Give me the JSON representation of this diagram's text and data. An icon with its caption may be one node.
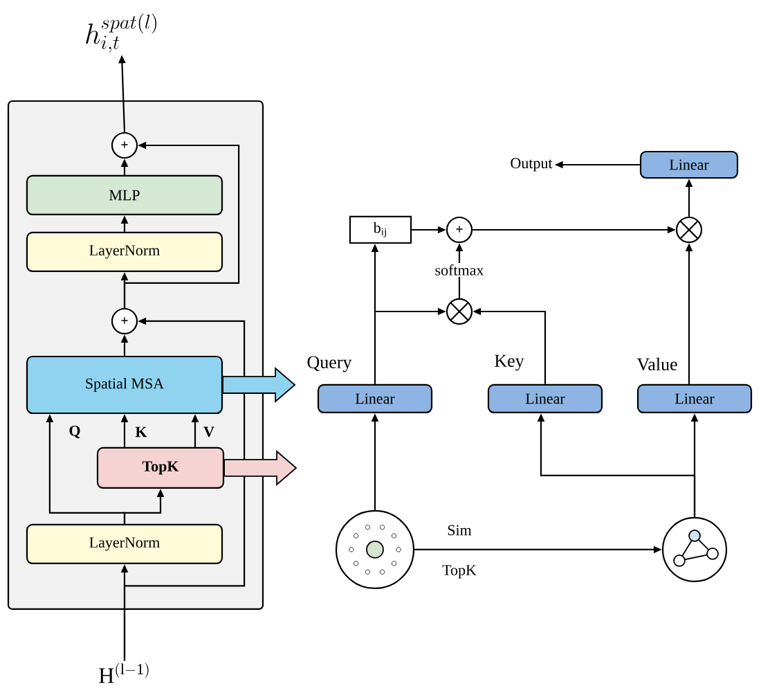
{
  "diagram": {
    "nodes": [
      {
        "text": [],
        "shape": "box"
      },
      {
        "text": [
          "h_{i,t}^{spat(l)}"
        ]
      },
      {
        "text": [
          "+"
        ],
        "in": 0
      },
      {
        "text": [
          "MLP"
        ],
        "in": 0
      },
      {
        "text": [
          "LayerNorm"
        ],
        "in": 0
      },
      {
        "text": [
          "+"
        ],
        "in": 0
      },
      {
        "text": [
          "Spatial MSA"
        ],
        "in": 0
      },
      {
        "text": [
          "TopK"
        ],
        "in": 0
      },
      {
        "text": [
          "LayerNorm"
        ],
        "in": 0
      },
      {
        "text": [
          "\\mathrm{H}^{(\\mathrm{l-1})}"
        ]
      },
      {
        "text": [
          "Linear"
        ],
        "beside": [
          "Query"
        ]
      },
      {
        "text": [
          "Linear"
        ],
        "beside": [
          "Key"
        ]
      },
      {
        "text": [
          "Linear"
        ],
        "beside": [
          "Value"
        ]
      },
      {
        "text": [
          "b$_{ij}$"
        ]
      },
      {
        "text": [
          "+"
        ]
      },
      {
        "text": [],
        "shape": "circle"
      },
      {
        "text": [],
        "shape": "circle"
      },
      {
        "text": [
          "Linear"
        ]
      },
      {
        "text": [
          "Output"
        ]
      },
      {
        "text": [],
        "shape": "circle"
      },
      {
        "text": [],
        "shape": "circle"
      }
    ],
    "edges": [
      {
        "from": 9,
        "to": 8,
        "arrow": "to"
      },
      {
        "from": 8,
        "to": 6,
        "arrow": "to",
        "label": "Q"
      },
      {
        "from": 8,
        "to": 7,
        "arrow": "to"
      },
      {
        "from": 7,
        "to": 6,
        "arrow": "to",
        "label": "K"
      },
      {
        "from": 7,
        "to": 6,
        "arrow": "to",
        "label": "V"
      },
      {
        "from": 6,
        "to": 5,
        "arrow": "to"
      },
      {
        "from": 9,
        "to": 5,
        "arrow": "to"
      },
      {
        "from": 5,
        "to": 4,
        "arrow": "to"
      },
      {
        "from": 4,
        "to": 3,
        "arrow": "to"
      },
      {
        "from": 3,
        "to": 2,
        "arrow": "to"
      },
      {
        "from": 5,
        "to": 2,
        "arrow": "to"
      },
      {
        "from": 2,
        "to": 1,
        "arrow": "to"
      },
      {
        "from": 6,
        "to": null,
        "arrow": "to",
        "style": "thick",
        "color": "#8fd3f0"
      },
      {
        "from": 7,
        "to": null,
        "arrow": "to",
        "style": "thick",
        "color": "#f6d3d3"
      },
      {
        "from": 19,
        "to": 10,
        "arrow": "to"
      },
      {
        "from": 19,
        "to": 20,
        "arrow": "to",
        "label": "Sim"
      },
      {
        "from": 20,
        "to": 11,
        "arrow": "to"
      },
      {
        "from": 20,
        "to": 12,
        "arrow": "to"
      },
      {
        "from": 10,
        "to": 13,
        "arrow": "to"
      },
      {
        "from": 10,
        "to": 15,
        "arrow": "to"
      },
      {
        "from": 11,
        "to": 15,
        "arrow": "to"
      },
      {
        "from": 15,
        "to": 14,
        "arrow": "to",
        "label": "softmax"
      },
      {
        "from": 13,
        "to": 14,
        "arrow": "to"
      },
      {
        "from": 14,
        "to": 16,
        "arrow": "to"
      },
      {
        "from": 12,
        "to": 16,
        "arrow": "to"
      },
      {
        "from": 16,
        "to": 17,
        "arrow": "to"
      },
      {
        "from": 17,
        "to": 18,
        "arrow": "to"
      }
    ],
    "labels": [
      "TopK"
    ]
  }
}
